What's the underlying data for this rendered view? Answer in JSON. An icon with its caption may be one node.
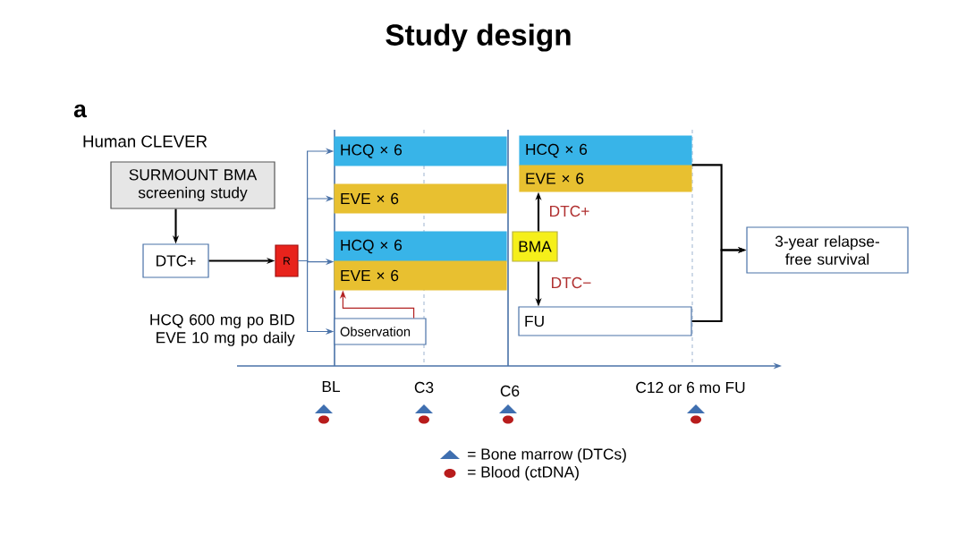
{
  "diagram": {
    "title": "Study design",
    "nodes": [
      {
        "text": [
          "SURMOUNT BMA screening study"
        ]
      },
      {
        "text": [
          "DTC+"
        ]
      },
      {
        "text": [
          "R"
        ]
      },
      {
        "text": [
          "HCQ × 6"
        ]
      },
      {
        "text": [
          "EVE × 6"
        ]
      },
      {
        "text": [
          "HCQ × 6"
        ]
      },
      {
        "text": [
          "EVE × 6"
        ]
      },
      {
        "text": [
          "Observation"
        ]
      },
      {
        "text": [
          "HCQ × 6"
        ]
      },
      {
        "text": [
          "EVE × 6"
        ]
      },
      {
        "text": [
          "BMA"
        ]
      },
      {
        "text": [
          "FU"
        ]
      },
      {
        "text": [
          "3-year relapse-free survival"
        ]
      }
    ],
    "edges": [
      {
        "from": 0,
        "to": 1,
        "arrow": "to"
      },
      {
        "from": 1,
        "to": 2,
        "arrow": "to"
      },
      {
        "from": 2,
        "to": 3,
        "arrow": "to",
        "color": "#4a72a8"
      },
      {
        "from": 2,
        "to": 4,
        "arrow": "to",
        "color": "#4a72a8"
      },
      {
        "from": 2,
        "to": 5,
        "arrow": "to",
        "color": "#4a72a8"
      },
      {
        "from": 2,
        "to": 7,
        "arrow": "to",
        "color": "#4a72a8"
      },
      {
        "from": 7,
        "to": 6,
        "arrow": "to",
        "color": "#b22222"
      },
      {
        "from": 10,
        "to": 9,
        "arrow": "to",
        "label": "DTC+"
      },
      {
        "from": 10,
        "to": 11,
        "arrow": "to",
        "label": "DTC−"
      },
      {
        "from": 9,
        "to": 12,
        "arrow": "to"
      },
      {
        "from": 11,
        "to": 12,
        "arrow": "to"
      }
    ],
    "labels": [
      "a",
      "Human CLEVER",
      "HCQ 600 mg po BID EVE 10 mg po daily",
      "BL",
      "C3",
      "C6",
      "C12 or 6 mo FU"
    ],
    "legend": [
      {
        "text": "= Bone marrow (DTCs)"
      },
      {
        "text": "= Blood (ctDNA)"
      }
    ]
  }
}
